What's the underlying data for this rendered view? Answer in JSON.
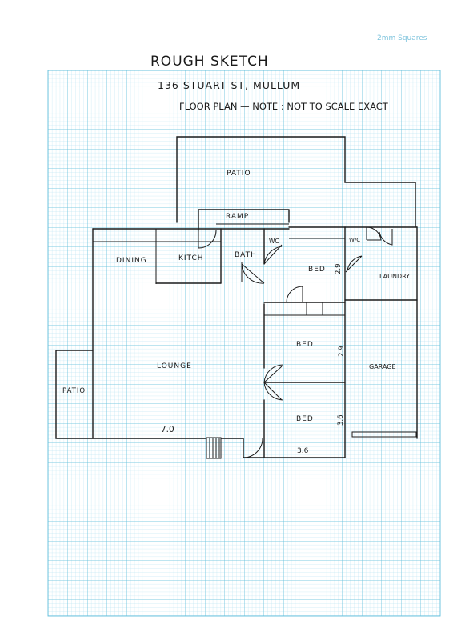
{
  "paper": {
    "grid_label": "2mm Squares",
    "grid_color": "#8fd3e8",
    "grid_major_color": "#5bbbd8"
  },
  "heading": {
    "title": "ROUGH SKETCH",
    "address": "136 STUART ST, MULLUM",
    "note": "FLOOR PLAN — NOTE : NOT TO SCALE EXACT"
  },
  "rooms": {
    "patio_top": "PATIO",
    "ramp": "RAMP",
    "dining": "DINING",
    "kitchen": "KITCH",
    "bath": "BATH",
    "wc": "WC",
    "wc2": "W/C",
    "bed1": "BED",
    "laundry": "LAUNDRY",
    "bed2": "BED",
    "lounge": "LOUNGE",
    "garage": "GARAGE",
    "patio_left": "PATIO",
    "bed3": "BED"
  },
  "dimensions": {
    "lounge_width": "7.0",
    "bed3_width": "3.6",
    "bed1_depth": "2.9",
    "bed2_depth": "2.9",
    "bed3_depth": "3.6"
  }
}
